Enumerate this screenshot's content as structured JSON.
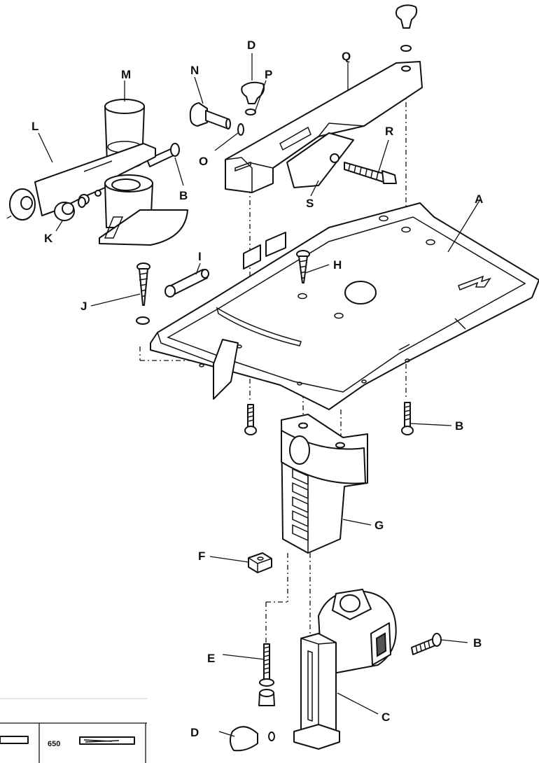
{
  "labels": {
    "A": "A",
    "B1": "B",
    "B2": "B",
    "B3": "B",
    "C": "C",
    "D1": "D",
    "D2": "D",
    "E": "E",
    "F": "F",
    "G": "G",
    "H": "H",
    "I": "I",
    "J": "J",
    "K": "K",
    "L": "L",
    "M": "M",
    "N": "N",
    "O": "O",
    "P": "P",
    "Q": "Q",
    "R": "R",
    "S": "S"
  },
  "inset": {
    "model": "650"
  }
}
